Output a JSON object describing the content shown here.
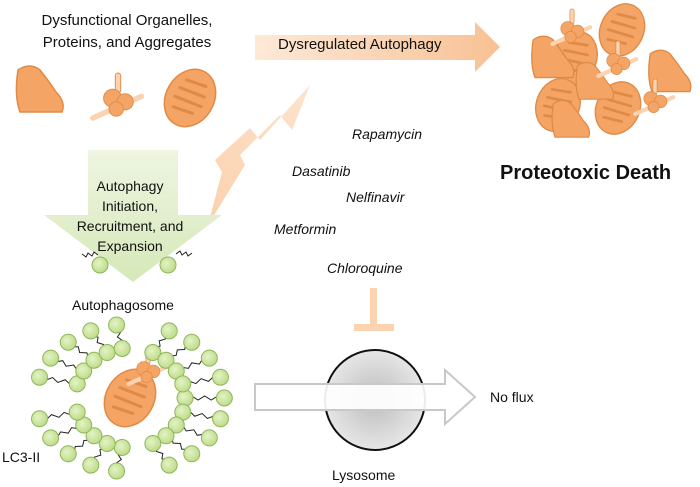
{
  "diagram": {
    "top_left_label": [
      "Dysfunctional Organelles,",
      "Proteins, and Aggregates"
    ],
    "dysregulated_arrow_label": "Dysregulated Autophagy",
    "outcome_label": "Proteotoxic Death",
    "initiation_arrow_label": [
      "Autophagy",
      "Initiation,",
      "Recruitment, and",
      "Expansion"
    ],
    "autophagosome_label": "Autophagosome",
    "lc3_label": "LC3-II",
    "lysosome_label": "Lysosome",
    "flux_label": "No flux",
    "drugs": [
      {
        "name": "Rapamycin"
      },
      {
        "name": "Dasatinib"
      },
      {
        "name": "Nelfinavir"
      },
      {
        "name": "Metformin"
      },
      {
        "name": "Chloroquine"
      }
    ],
    "icons": {
      "organelle_types": [
        "aggregate-blob",
        "protein-cluster",
        "mitochondrion"
      ],
      "inhibition": "inhibition-bar",
      "lc3_particle": "lc3-bead"
    },
    "colors": {
      "orange": "#f4a465",
      "orange_light": "#fbd3b0",
      "orange_stroke": "#e08a45",
      "green_arrow": "#e3efcf",
      "green_bead": "#cfe79f",
      "green_bead_stroke": "#8fb65a",
      "lysosome_fill": "#d9d9d9",
      "flux_arrow_stroke": "#c8c8c8"
    }
  }
}
